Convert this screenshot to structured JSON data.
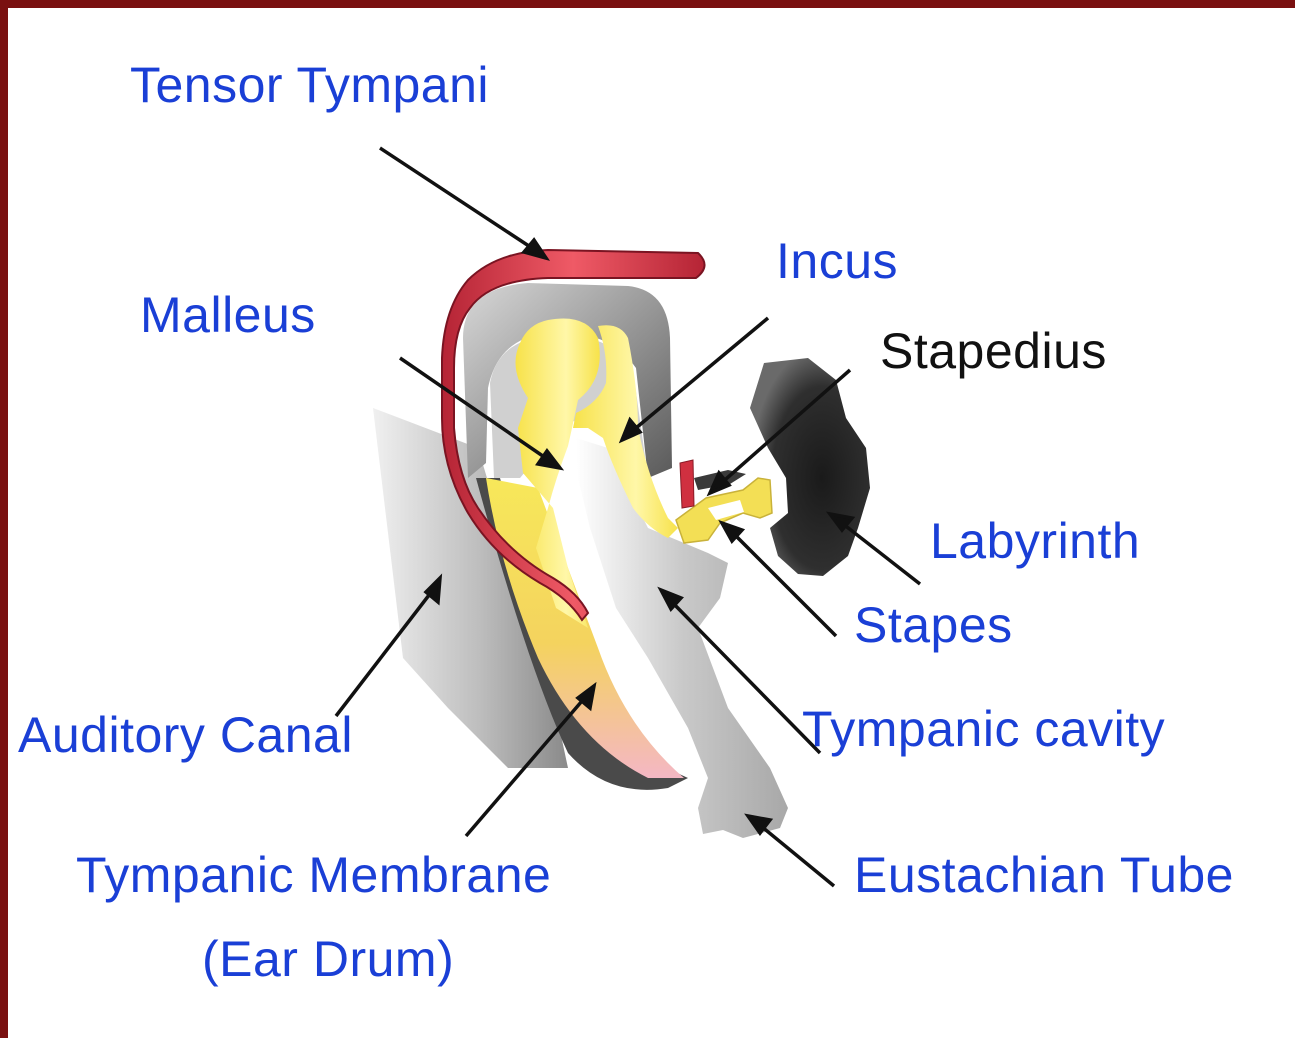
{
  "labels": {
    "tensor_tympani": "Tensor Tympani",
    "incus": "Incus",
    "malleus": "Malleus",
    "stapedius": "Stapedius",
    "labyrinth": "Labyrinth",
    "stapes": "Stapes",
    "auditory_canal": "Auditory Canal",
    "tympanic_cavity": "Tympanic cavity",
    "tympanic_membrane": "Tympanic Membrane",
    "ear_drum": "(Ear Drum)",
    "eustachian_tube": "Eustachian Tube"
  },
  "colors": {
    "frame": "#7a1010",
    "background": "#ffffff",
    "label_text": "#1a3fd6",
    "label_text_dark": "#111111",
    "muscle": "#d03040",
    "ossicle": "#f7e34a",
    "bone_grey": "#9a9a9a",
    "labyrinth": "#2e2e2e"
  }
}
